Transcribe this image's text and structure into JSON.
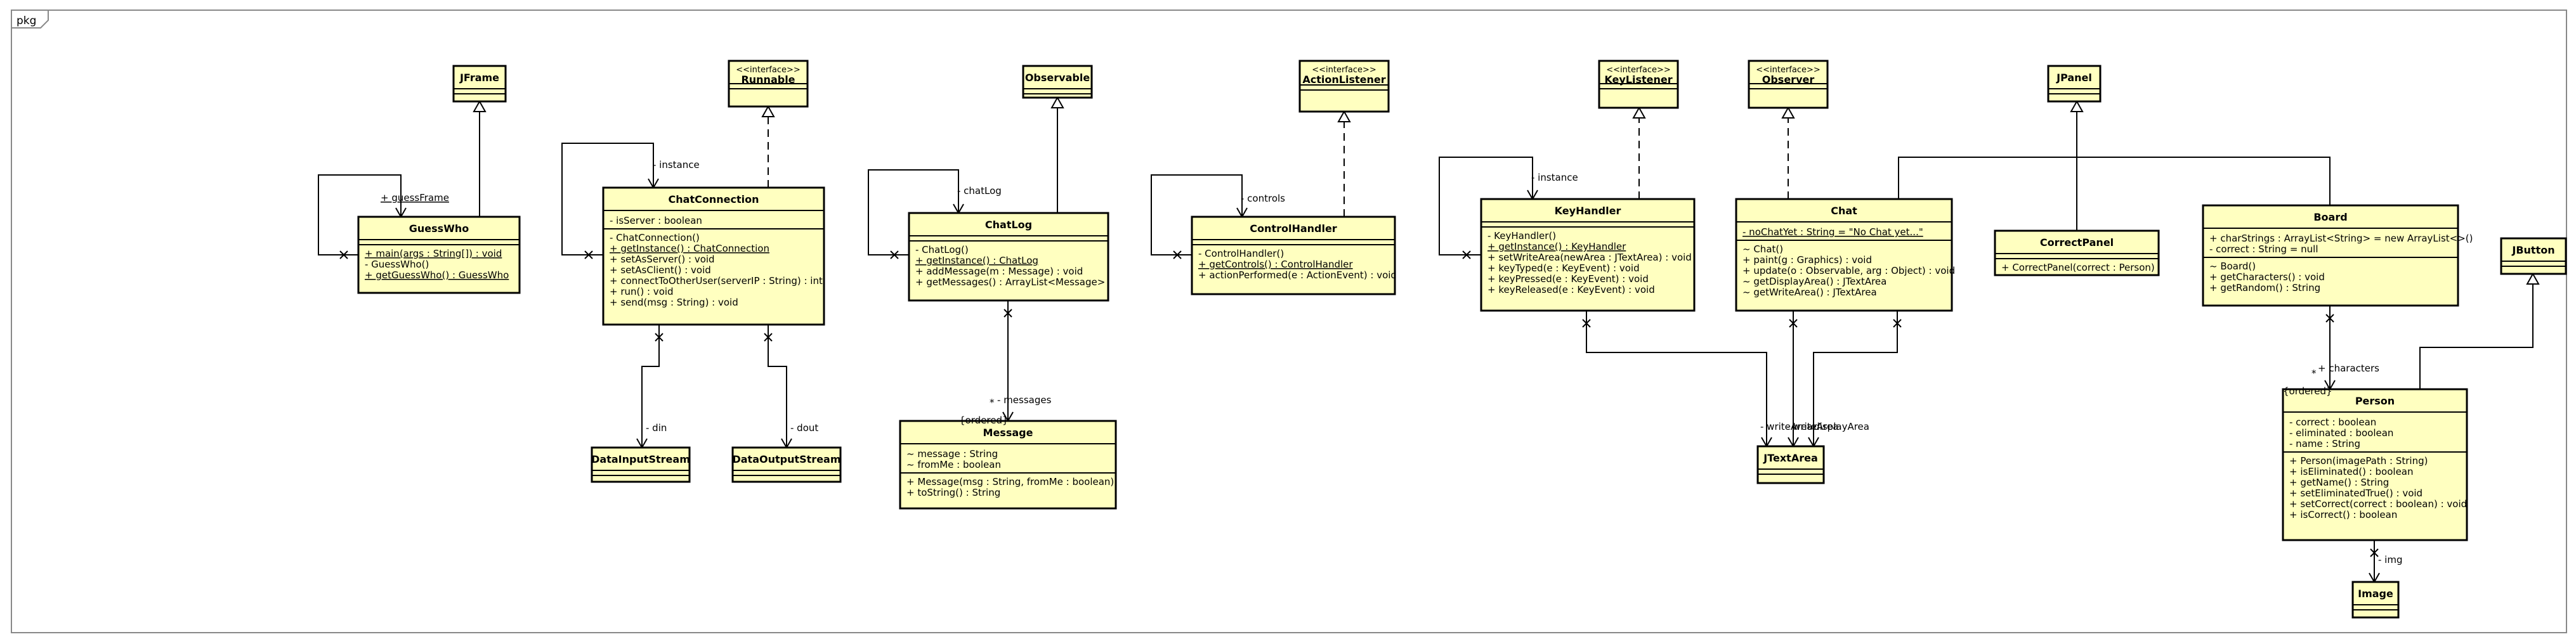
{
  "package": {
    "name": "pkg"
  },
  "classes": [
    {
      "id": "JFrame",
      "stereotype": "",
      "name": "JFrame",
      "attributes": [],
      "operations": []
    },
    {
      "id": "Runnable",
      "stereotype": "<<interface>>",
      "name": "Runnable",
      "attributes": [],
      "operations": []
    },
    {
      "id": "Observable",
      "stereotype": "",
      "name": "Observable",
      "attributes": [],
      "operations": []
    },
    {
      "id": "ActionListener",
      "stereotype": "<<interface>>",
      "name": "ActionListener",
      "attributes": [],
      "operations": []
    },
    {
      "id": "KeyListener",
      "stereotype": "<<interface>>",
      "name": "KeyListener",
      "attributes": [],
      "operations": []
    },
    {
      "id": "Observer",
      "stereotype": "<<interface>>",
      "name": "Observer",
      "attributes": [],
      "operations": []
    },
    {
      "id": "JPanel",
      "stereotype": "",
      "name": "JPanel",
      "attributes": [],
      "operations": []
    },
    {
      "id": "JButton",
      "stereotype": "",
      "name": "JButton",
      "attributes": [],
      "operations": []
    },
    {
      "id": "GuessWho",
      "stereotype": "",
      "name": "GuessWho",
      "attributes": [],
      "operations": [
        {
          "text": "+ main(args : String[]) : void",
          "static": true
        },
        {
          "text": "- GuessWho()",
          "static": false
        },
        {
          "text": "+ getGuessWho() : GuessWho",
          "static": true
        }
      ]
    },
    {
      "id": "ChatConnection",
      "stereotype": "",
      "name": "ChatConnection",
      "attributes": [
        {
          "text": "- isServer : boolean",
          "static": false
        }
      ],
      "operations": [
        {
          "text": "- ChatConnection()",
          "static": false
        },
        {
          "text": "+ getInstance() : ChatConnection",
          "static": true
        },
        {
          "text": "+ setAsServer() : void",
          "static": false
        },
        {
          "text": "+ setAsClient() : void",
          "static": false
        },
        {
          "text": "+ connectToOtherUser(serverIP : String) : int",
          "static": false
        },
        {
          "text": "+ run() : void",
          "static": false
        },
        {
          "text": "+ send(msg : String) : void",
          "static": false
        }
      ]
    },
    {
      "id": "ChatLog",
      "stereotype": "",
      "name": "ChatLog",
      "attributes": [],
      "operations": [
        {
          "text": "- ChatLog()",
          "static": false
        },
        {
          "text": "+ getInstance() : ChatLog",
          "static": true
        },
        {
          "text": "+ addMessage(m : Message) : void",
          "static": false
        },
        {
          "text": "+ getMessages() : ArrayList<Message>",
          "static": false
        }
      ]
    },
    {
      "id": "ControlHandler",
      "stereotype": "",
      "name": "ControlHandler",
      "attributes": [],
      "operations": [
        {
          "text": "- ControlHandler()",
          "static": false
        },
        {
          "text": "+ getControls() : ControlHandler",
          "static": true
        },
        {
          "text": "+ actionPerformed(e : ActionEvent) : void",
          "static": false
        }
      ]
    },
    {
      "id": "KeyHandler",
      "stereotype": "",
      "name": "KeyHandler",
      "attributes": [],
      "operations": [
        {
          "text": "- KeyHandler()",
          "static": false
        },
        {
          "text": "+ getInstance() : KeyHandler",
          "static": true
        },
        {
          "text": "+ setWriteArea(newArea : JTextArea) : void",
          "static": false
        },
        {
          "text": "+ keyTyped(e : KeyEvent) : void",
          "static": false
        },
        {
          "text": "+ keyPressed(e : KeyEvent) : void",
          "static": false
        },
        {
          "text": "+ keyReleased(e : KeyEvent) : void",
          "static": false
        }
      ]
    },
    {
      "id": "Chat",
      "stereotype": "",
      "name": "Chat",
      "attributes": [
        {
          "text": "- noChatYet : String = \"No Chat yet...\"",
          "static": true
        }
      ],
      "operations": [
        {
          "text": "~ Chat()",
          "static": false
        },
        {
          "text": "+ paint(g : Graphics) : void",
          "static": false
        },
        {
          "text": "+ update(o : Observable, arg : Object) : void",
          "static": false
        },
        {
          "text": "~ getDisplayArea() : JTextArea",
          "static": false
        },
        {
          "text": "~ getWriteArea() : JTextArea",
          "static": false
        }
      ]
    },
    {
      "id": "CorrectPanel",
      "stereotype": "",
      "name": "CorrectPanel",
      "attributes": [],
      "operations": [
        {
          "text": "+ CorrectPanel(correct : Person)",
          "static": false
        }
      ]
    },
    {
      "id": "Board",
      "stereotype": "",
      "name": "Board",
      "attributes": [
        {
          "text": "+ charStrings : ArrayList<String> = new ArrayList<>()",
          "static": false
        },
        {
          "text": "- correct : String = null",
          "static": false
        }
      ],
      "operations": [
        {
          "text": "~ Board()",
          "static": false
        },
        {
          "text": "+ getCharacters() : void",
          "static": false
        },
        {
          "text": "+ getRandom() : String",
          "static": false
        }
      ]
    },
    {
      "id": "Message",
      "stereotype": "",
      "name": "Message",
      "attributes": [
        {
          "text": "~ message : String",
          "static": false
        },
        {
          "text": "~ fromMe : boolean",
          "static": false
        }
      ],
      "operations": [
        {
          "text": "+ Message(msg : String, fromMe : boolean)",
          "static": false
        },
        {
          "text": "+ toString() : String",
          "static": false
        }
      ]
    },
    {
      "id": "DataInputStream",
      "stereotype": "",
      "name": "DataInputStream",
      "attributes": [],
      "operations": []
    },
    {
      "id": "DataOutputStream",
      "stereotype": "",
      "name": "DataOutputStream",
      "attributes": [],
      "operations": []
    },
    {
      "id": "JTextArea",
      "stereotype": "",
      "name": "JTextArea",
      "attributes": [],
      "operations": []
    },
    {
      "id": "Person",
      "stereotype": "",
      "name": "Person",
      "attributes": [
        {
          "text": "- correct : boolean",
          "static": false
        },
        {
          "text": "- eliminated : boolean",
          "static": false
        },
        {
          "text": "- name : String",
          "static": false
        }
      ],
      "operations": [
        {
          "text": "+ Person(imagePath : String)",
          "static": false
        },
        {
          "text": "+ isEliminated() : boolean",
          "static": false
        },
        {
          "text": "+ getName() : String",
          "static": false
        },
        {
          "text": "+ setEliminatedTrue() : void",
          "static": false
        },
        {
          "text": "+ setCorrect(correct : boolean) : void",
          "static": false
        },
        {
          "text": "+ isCorrect() : boolean",
          "static": false
        }
      ]
    },
    {
      "id": "Image",
      "stereotype": "",
      "name": "Image",
      "attributes": [],
      "operations": []
    }
  ],
  "role_labels": [
    {
      "id": "guessFrame",
      "text": "+ guessFrame",
      "underline": true
    },
    {
      "id": "cc-instance",
      "text": "- instance",
      "underline": false
    },
    {
      "id": "chatLog",
      "text": "- chatLog",
      "underline": false
    },
    {
      "id": "controls",
      "text": "- controls",
      "underline": false
    },
    {
      "id": "kh-instance",
      "text": "- instance",
      "underline": false
    },
    {
      "id": "din",
      "text": "- din",
      "underline": false
    },
    {
      "id": "dout",
      "text": "- dout",
      "underline": false
    },
    {
      "id": "msg-mult",
      "text": "*",
      "underline": false
    },
    {
      "id": "messages",
      "text": "- messages",
      "underline": false
    },
    {
      "id": "msg-ordered",
      "text": "{ordered}",
      "underline": false
    },
    {
      "id": "writeArea",
      "text": "- writeArea",
      "underline": false
    },
    {
      "id": "writeArea2",
      "text": "- writeArea",
      "underline": false
    },
    {
      "id": "displayArea",
      "text": "- displayArea",
      "underline": false
    },
    {
      "id": "char-mult",
      "text": "*",
      "underline": false
    },
    {
      "id": "characters",
      "text": "+ characters",
      "underline": false
    },
    {
      "id": "char-ordered",
      "text": "{ordered}",
      "underline": false
    },
    {
      "id": "img",
      "text": "- img",
      "underline": false
    }
  ],
  "colors": {
    "class_fill": "#ffffc0",
    "line": "#000000",
    "frame": "#888888"
  }
}
